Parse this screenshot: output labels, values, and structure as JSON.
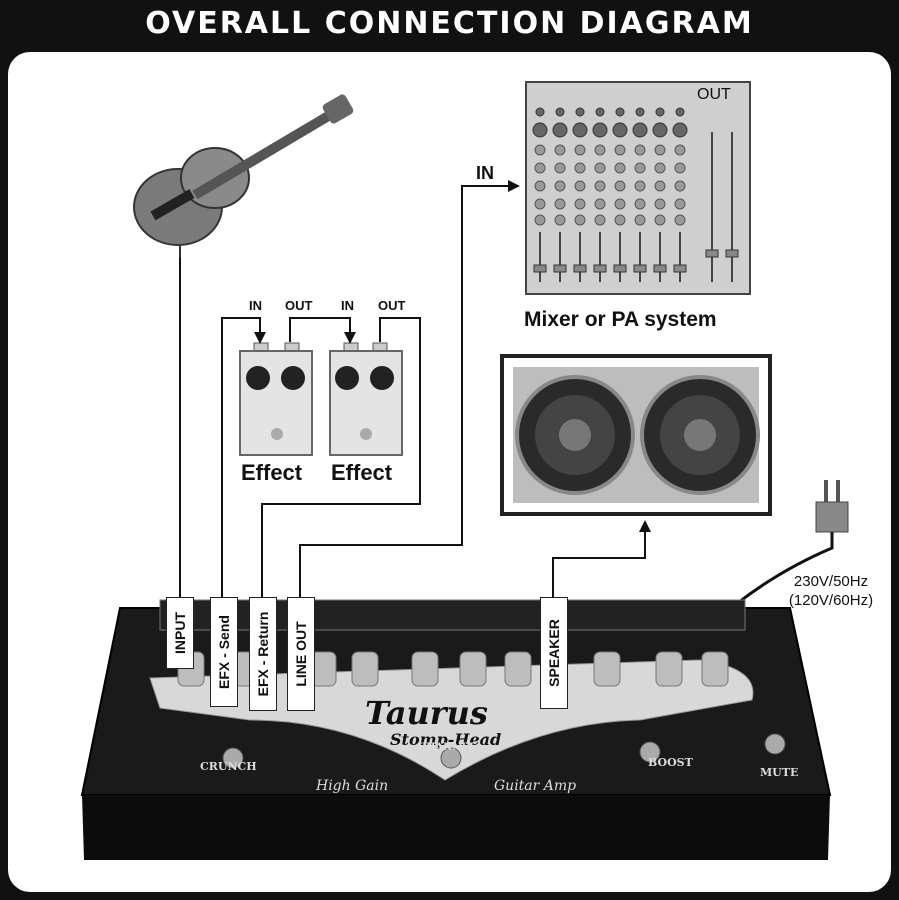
{
  "title": "OVERALL CONNECTION DIAGRAM",
  "mixer": {
    "out_label": "OUT",
    "in_label": "IN",
    "caption": "Mixer or PA system"
  },
  "effects": [
    {
      "in_label": "IN",
      "out_label": "OUT",
      "caption": "Effect"
    },
    {
      "in_label": "IN",
      "out_label": "OUT",
      "caption": "Effect"
    }
  ],
  "power": {
    "line1": "230V/50Hz",
    "line2": "(120V/60Hz)"
  },
  "amp_jacks": {
    "input": "INPUT",
    "efx_send": "EFX - Send",
    "efx_return": "EFX - Return",
    "line_out": "LINE OUT",
    "speaker": "SPEAKER"
  },
  "amp": {
    "brand": "Taurus",
    "model": "Stomp-Head",
    "tagline_left": "High Gain",
    "tagline_right": "Guitar Amp",
    "switch_crunch": "CRUNCH",
    "switch_channel": "CHANNEL",
    "switch_boost": "BOOST",
    "switch_mute": "MUTE"
  },
  "colors": {
    "frame": "#111111",
    "panel": "#ffffff",
    "device_gray": "#c8c8c8",
    "amp_body": "#1a1a1a"
  }
}
